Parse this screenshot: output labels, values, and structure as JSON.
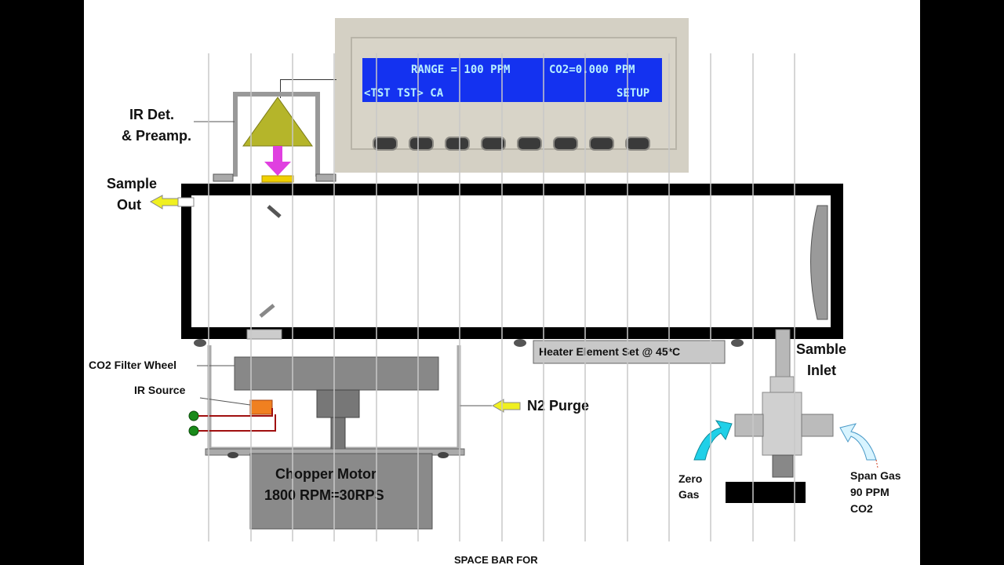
{
  "display": {
    "line1_left": "RANGE =  100 PPM",
    "line1_right": "CO2=0.000  PPM",
    "line2_left": "<TST  TST>  CA",
    "line2_right": "SETUP",
    "lcd_color": "#1432f0",
    "text_color": "#b8f0ff"
  },
  "labels": {
    "ir_det_line1": "IR Det.",
    "ir_det_line2": "& Preamp.",
    "sample_out_line1": "Sample",
    "sample_out_line2": "Out",
    "co2_filter_wheel": "CO2 Filter Wheel",
    "ir_source": "IR Source",
    "heater": "Heater Element Set @ 45*C",
    "n2_purge": "N2 Purge",
    "chopper_line1": "Chopper Motor",
    "chopper_line2": "1800 RPM=30RPS",
    "sample_inlet_line1": "Samble",
    "sample_inlet_line2": "Inlet",
    "zero_line1": "Zero",
    "zero_line2": "Gas",
    "span_line1": "Span Gas",
    "span_line2": "90 PPM",
    "span_line3": "CO2",
    "footer": "SPACE BAR FOR"
  },
  "colors": {
    "detector": "#b5b52a",
    "arrow_yellow": "#f0f020",
    "arrow_magenta": "#e040e0",
    "gas_arrow_cyan": "#20d0e8",
    "housing_gray": "#888888",
    "heater_gray": "#c8c8c8"
  },
  "icons": {
    "detector": "triangle-detector-icon",
    "sample_out_arrow": "left-arrow-icon",
    "n2_arrow": "left-arrow-icon",
    "zero_arrow": "curved-arrow-icon",
    "span_arrow": "curved-arrow-icon",
    "valve": "three-way-valve-icon"
  }
}
